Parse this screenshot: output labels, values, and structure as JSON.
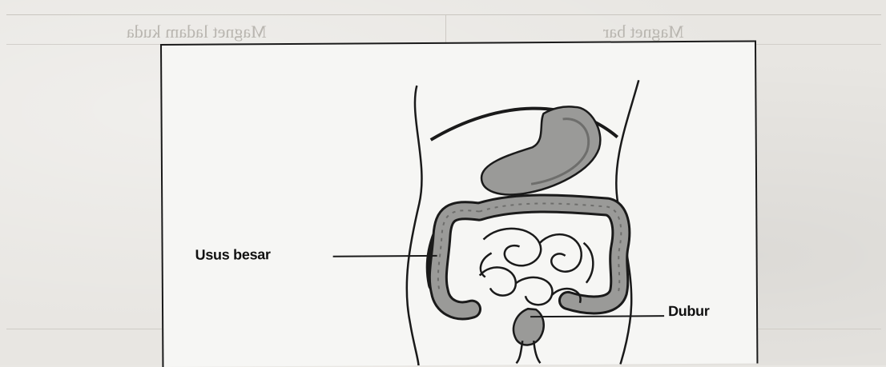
{
  "background_sheet": {
    "header_left": "Magnet ladam kuda",
    "header_right": "Magnet bar"
  },
  "diagram": {
    "labels": {
      "large_intestine": "Usus besar",
      "anus": "Dubur"
    }
  },
  "colors": {
    "organ_fill": "#9a9a98",
    "organ_dark": "#6e6e6c",
    "outline": "#1a1a1a",
    "frame_bg": "#f6f6f4"
  }
}
